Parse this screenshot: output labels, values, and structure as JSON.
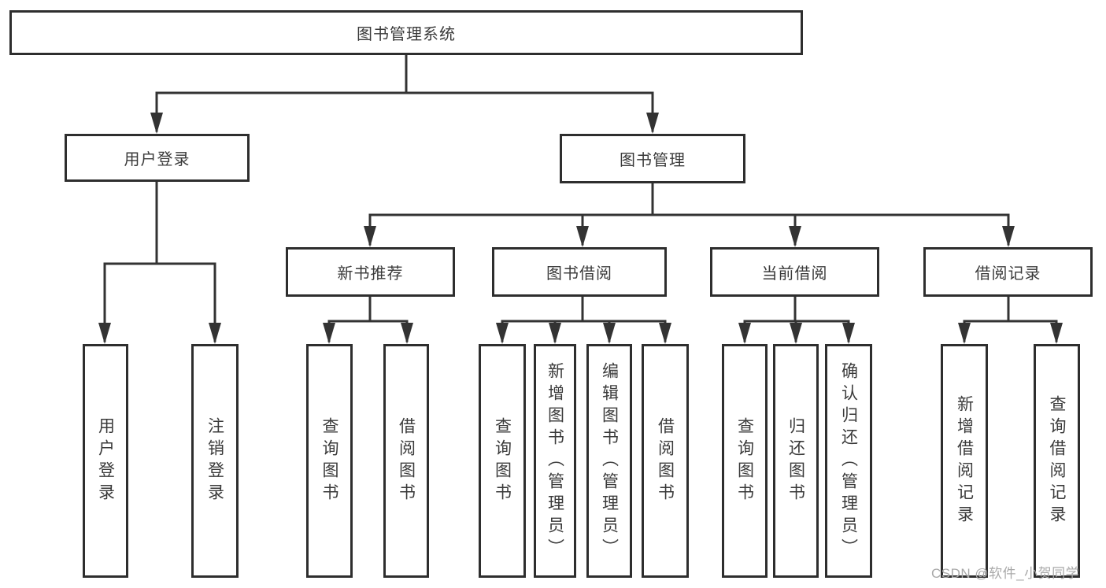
{
  "tree": {
    "label": "图书管理系统",
    "children": [
      {
        "label": "用户登录",
        "children": [
          {
            "label": "用户登录"
          },
          {
            "label": "注销登录"
          }
        ]
      },
      {
        "label": "图书管理",
        "children": [
          {
            "label": "新书推荐",
            "children": [
              {
                "label": "查询图书"
              },
              {
                "label": "借阅图书"
              }
            ]
          },
          {
            "label": "图书借阅",
            "children": [
              {
                "label": "查询图书"
              },
              {
                "label": "新增图书（管理员）"
              },
              {
                "label": "编辑图书（管理员）"
              },
              {
                "label": "借阅图书"
              }
            ]
          },
          {
            "label": "当前借阅",
            "children": [
              {
                "label": "查询图书"
              },
              {
                "label": "归还图书"
              },
              {
                "label": "确认归还（管理员）"
              }
            ]
          },
          {
            "label": "借阅记录",
            "children": [
              {
                "label": "新增借阅记录"
              },
              {
                "label": "查询借阅记录"
              }
            ]
          }
        ]
      }
    ]
  },
  "watermark": "CSDN @软件_小贺同学",
  "colors": {
    "line": "#333333",
    "box_border": "#2e2e2e",
    "text": "#3a3a3a",
    "watermark": "#a9a9a9",
    "background": "#ffffff"
  }
}
